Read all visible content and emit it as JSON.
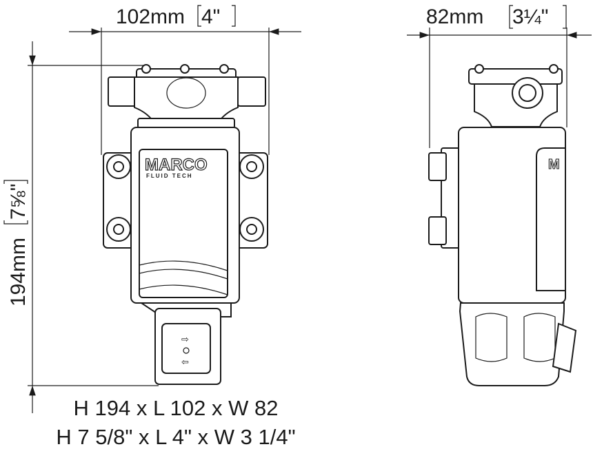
{
  "dimensions": {
    "width_front": {
      "mm": "102mm",
      "inch": "4\""
    },
    "width_side": {
      "mm": "82mm",
      "inch": "3¼\""
    },
    "height": {
      "mm": "194mm",
      "inch": "7⅝\""
    }
  },
  "logo": {
    "brand": "MARCO",
    "sub": "FLUID TECH"
  },
  "caption": {
    "metric": "H 194 x L 102 x W 82",
    "imperial": "H 7 5/8\" x L 4\" x W 3 1/4\""
  }
}
